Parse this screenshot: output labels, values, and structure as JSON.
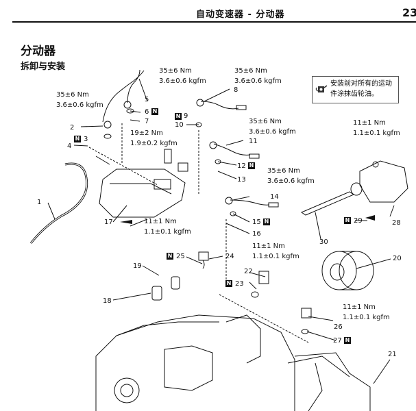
{
  "header": {
    "title": "自动变速器 - 分动器",
    "page_number": "23"
  },
  "section": {
    "title": "分动器",
    "subtitle": "拆卸与安装"
  },
  "note": {
    "text": "安装前对所有的运动件涂抹齿轮油。"
  },
  "torque_specs": [
    {
      "id": "t1",
      "nm": "35±6 Nm",
      "kgfm": "3.6±0.6 kgfm"
    },
    {
      "id": "t2",
      "nm": "35±6 Nm",
      "kgfm": "3.6±0.6 kgfm"
    },
    {
      "id": "t3",
      "nm": "35±6 Nm",
      "kgfm": "3.6±0.6 kgfm"
    },
    {
      "id": "t4",
      "nm": "19±2 Nm",
      "kgfm": "1.9±0.2 kgfm"
    },
    {
      "id": "t5",
      "nm": "35±6 Nm",
      "kgfm": "3.6±0.6 kgfm"
    },
    {
      "id": "t6",
      "nm": "35±6 Nm",
      "kgfm": "3.6±0.6 kgfm"
    },
    {
      "id": "t7",
      "nm": "11±1 Nm",
      "kgfm": "1.1±0.1 kgfm"
    },
    {
      "id": "t8",
      "nm": "11±1 Nm",
      "kgfm": "1.1±0.1 kgfm"
    },
    {
      "id": "t9",
      "nm": "11±1 Nm",
      "kgfm": "1.1±0.1 kgfm"
    },
    {
      "id": "t10",
      "nm": "11±1 Nm",
      "kgfm": "1.1±0.1 kgfm"
    }
  ],
  "badge_letter": "N",
  "part_numbers": [
    "1",
    "2",
    "3",
    "4",
    "5",
    "6",
    "7",
    "8",
    "9",
    "10",
    "11",
    "12",
    "13",
    "14",
    "15",
    "16",
    "17",
    "18",
    "19",
    "20",
    "21",
    "22",
    "23",
    "24",
    "25",
    "26",
    "27",
    "28",
    "29",
    "30"
  ]
}
